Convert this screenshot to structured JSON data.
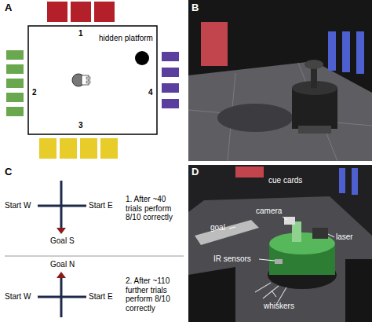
{
  "diagram": {
    "labels": [
      "A",
      "1",
      "2",
      "3",
      "4",
      "hidden platform",
      "B",
      "C",
      "Start W",
      "Start E",
      "Goal S",
      "1. After ~40 trials perform 8/10 correctly",
      "Start W",
      "Start E",
      "Goal N",
      "2. After ~110 further trials perform 8/10 correctly",
      "D",
      "cue cards",
      "camera",
      "goal",
      "laser",
      "IR sensors",
      "whiskers"
    ]
  }
}
